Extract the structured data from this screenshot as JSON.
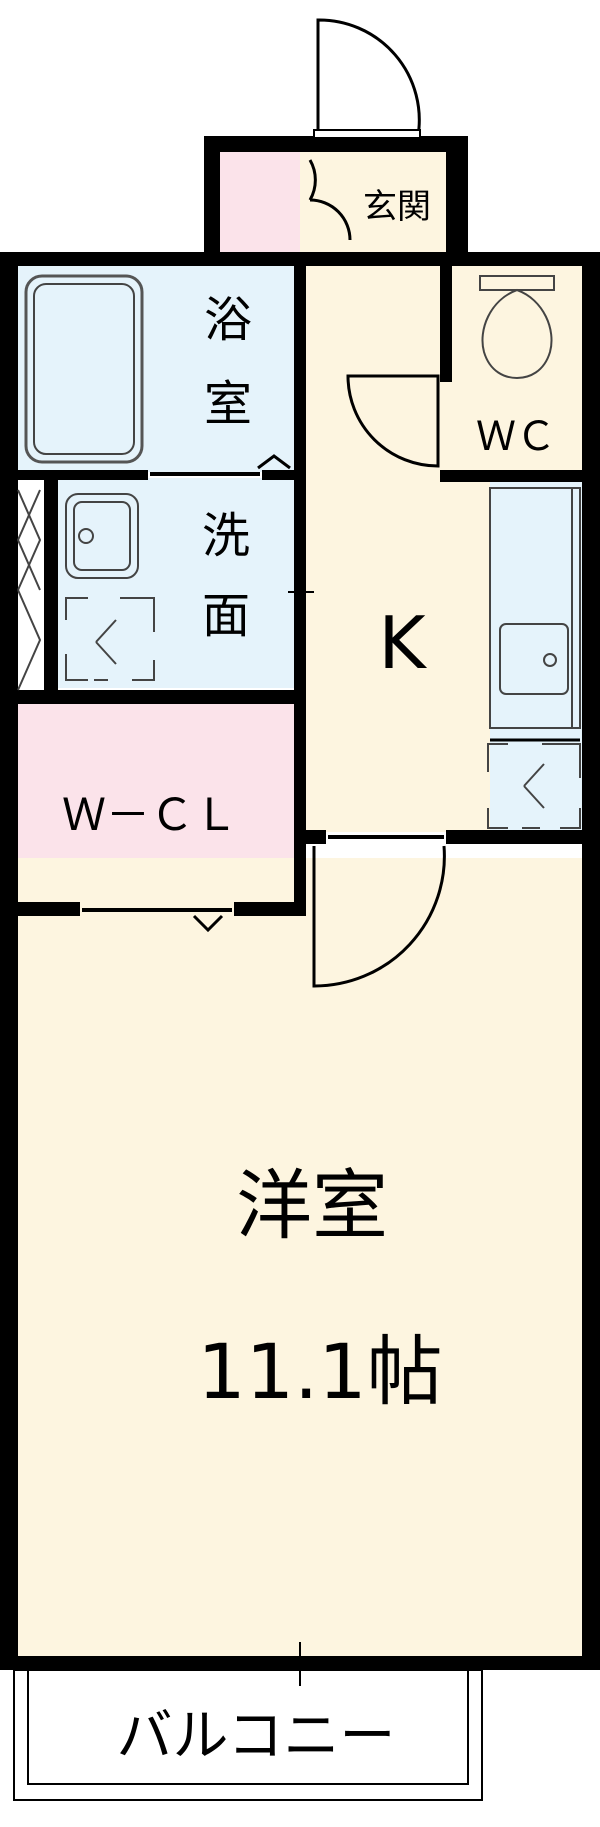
{
  "rooms": {
    "genkan": "玄関",
    "bath_line1": "浴",
    "bath_line2": "室",
    "wc": "ＷＣ",
    "washroom_line1": "洗",
    "washroom_line2": "面",
    "kitchen": "K",
    "closet": "Ｗ－ＣＬ",
    "western_room": "洋室",
    "western_room_size": "11.1帖",
    "balcony": "バルコニー"
  },
  "colors": {
    "wall": "#000000",
    "entrance_pink": "#fbe3ea",
    "wet_area_blue": "#e5f3fb",
    "room_cream": "#fdf5e0",
    "fixture_gray": "#777777"
  }
}
